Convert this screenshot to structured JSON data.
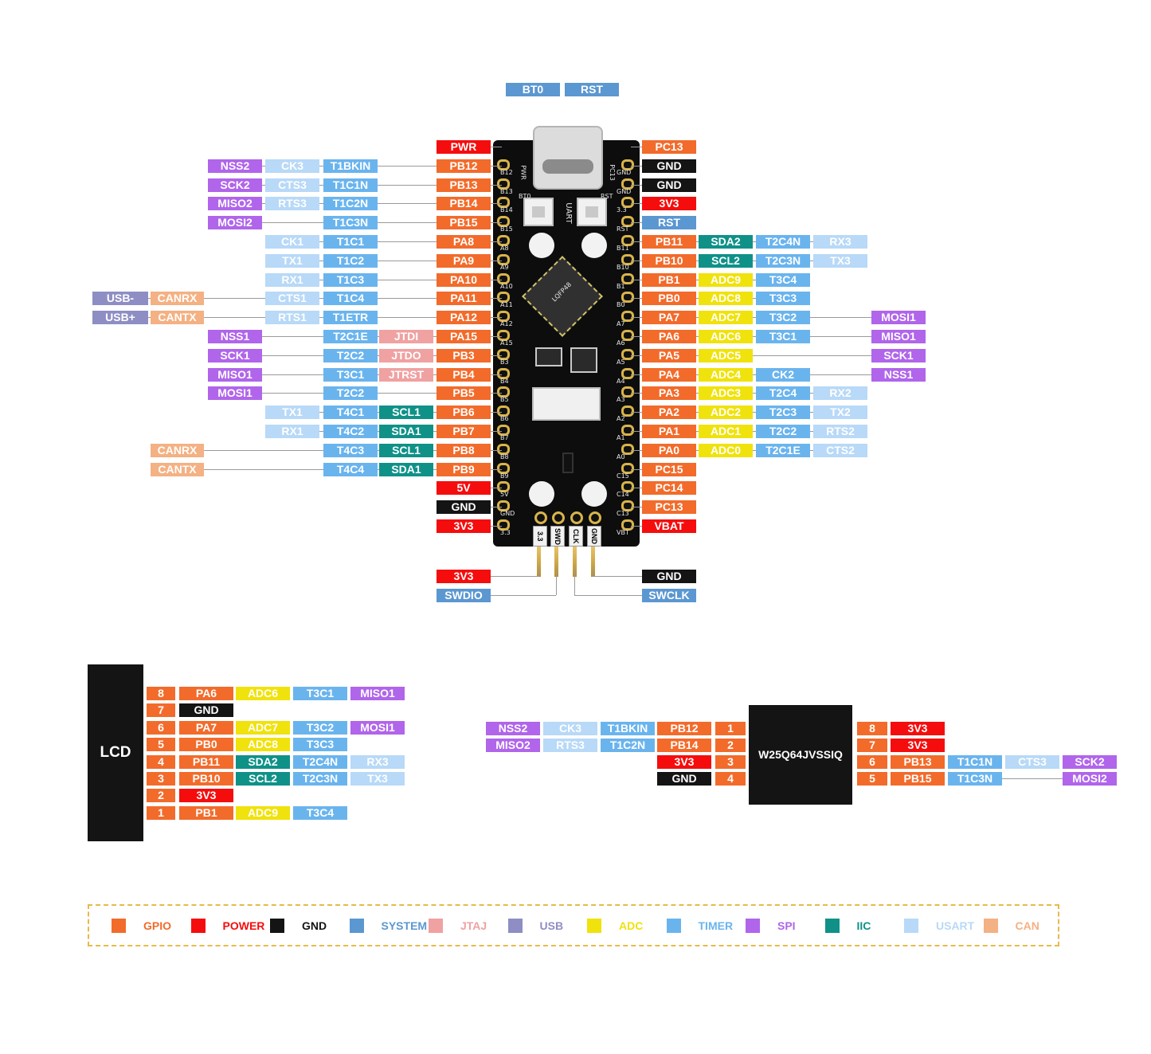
{
  "palette": {
    "gpio": "#f26b2b",
    "power": "#f50d0d",
    "gnd": "#141414",
    "system": "#5b97d1",
    "jtag": "#f0a1a1",
    "usb": "#8e8ec4",
    "adc": "#f0e20c",
    "timer": "#6ab4ee",
    "spi": "#b065ea",
    "iic": "#0f9188",
    "usart": "#b8d9f7",
    "can": "#f4b183"
  },
  "top_buttons": [
    "BT0",
    "RST"
  ],
  "board_silk": {
    "pwr": "PWR",
    "pc13": "PC13",
    "bt0": "BT0",
    "rst": "RST",
    "uart": "UART",
    "mcu_marking": "LQFP48",
    "left_pins": [
      "B12",
      "B13",
      "B14",
      "B15",
      "A8",
      "A9",
      "A10",
      "A11",
      "A12",
      "A15",
      "B3",
      "B4",
      "B5",
      "B6",
      "B7",
      "B8",
      "B9",
      "5V",
      "GND",
      "3.3"
    ],
    "right_pins": [
      "GND",
      "GND",
      "3.3",
      "RST",
      "B11",
      "B10",
      "B1",
      "B0",
      "A7",
      "A6",
      "A5",
      "A4",
      "A3",
      "A2",
      "A1",
      "A0",
      "C15",
      "C14",
      "C13",
      "VBT"
    ],
    "bottom_header": [
      "3.3",
      "SWD",
      "CLK",
      "GND"
    ]
  },
  "left_rows": [
    {
      "pin": "PWR",
      "pin_type": "power",
      "extra": []
    },
    {
      "pin": "PB12",
      "pin_type": "gpio",
      "extra": [
        [
          "NSS2",
          "spi"
        ],
        [
          "CK3",
          "usart"
        ],
        [
          "T1BKIN",
          "timer"
        ]
      ]
    },
    {
      "pin": "PB13",
      "pin_type": "gpio",
      "extra": [
        [
          "SCK2",
          "spi"
        ],
        [
          "CTS3",
          "usart"
        ],
        [
          "T1C1N",
          "timer"
        ]
      ]
    },
    {
      "pin": "PB14",
      "pin_type": "gpio",
      "extra": [
        [
          "MISO2",
          "spi"
        ],
        [
          "RTS3",
          "usart"
        ],
        [
          "T1C2N",
          "timer"
        ]
      ]
    },
    {
      "pin": "PB15",
      "pin_type": "gpio",
      "extra": [
        [
          "MOSI2",
          "spi"
        ],
        [
          "T1C3N",
          "timer"
        ]
      ]
    },
    {
      "pin": "PA8",
      "pin_type": "gpio",
      "extra": [
        [
          "CK1",
          "usart"
        ],
        [
          "T1C1",
          "timer"
        ]
      ]
    },
    {
      "pin": "PA9",
      "pin_type": "gpio",
      "extra": [
        [
          "TX1",
          "usart"
        ],
        [
          "T1C2",
          "timer"
        ]
      ]
    },
    {
      "pin": "PA10",
      "pin_type": "gpio",
      "extra": [
        [
          "RX1",
          "usart"
        ],
        [
          "T1C3",
          "timer"
        ]
      ]
    },
    {
      "pin": "PA11",
      "pin_type": "gpio",
      "extra": [
        [
          "USB-",
          "usb"
        ],
        [
          "CANRX",
          "can"
        ],
        [
          "CTS1",
          "usart"
        ],
        [
          "T1C4",
          "timer"
        ]
      ]
    },
    {
      "pin": "PA12",
      "pin_type": "gpio",
      "extra": [
        [
          "USB+",
          "usb"
        ],
        [
          "CANTX",
          "can"
        ],
        [
          "RTS1",
          "usart"
        ],
        [
          "T1ETR",
          "timer"
        ]
      ]
    },
    {
      "pin": "PA15",
      "pin_type": "gpio",
      "extra": [
        [
          "NSS1",
          "spi"
        ],
        [
          "T2C1E",
          "timer"
        ],
        [
          "JTDI",
          "jtag"
        ]
      ]
    },
    {
      "pin": "PB3",
      "pin_type": "gpio",
      "extra": [
        [
          "SCK1",
          "spi"
        ],
        [
          "T2C2",
          "timer"
        ],
        [
          "JTDO",
          "jtag"
        ]
      ]
    },
    {
      "pin": "PB4",
      "pin_type": "gpio",
      "extra": [
        [
          "MISO1",
          "spi"
        ],
        [
          "T3C1",
          "timer"
        ],
        [
          "JTRST",
          "jtag"
        ]
      ]
    },
    {
      "pin": "PB5",
      "pin_type": "gpio",
      "extra": [
        [
          "MOSI1",
          "spi"
        ],
        [
          "T2C2",
          "timer"
        ]
      ]
    },
    {
      "pin": "PB6",
      "pin_type": "gpio",
      "extra": [
        [
          "TX1",
          "usart"
        ],
        [
          "T4C1",
          "timer"
        ],
        [
          "SCL1",
          "iic"
        ]
      ]
    },
    {
      "pin": "PB7",
      "pin_type": "gpio",
      "extra": [
        [
          "RX1",
          "usart"
        ],
        [
          "T4C2",
          "timer"
        ],
        [
          "SDA1",
          "iic"
        ]
      ]
    },
    {
      "pin": "PB8",
      "pin_type": "gpio",
      "extra": [
        [
          "CANRX",
          "can"
        ],
        [
          "T4C3",
          "timer"
        ],
        [
          "SCL1",
          "iic"
        ]
      ]
    },
    {
      "pin": "PB9",
      "pin_type": "gpio",
      "extra": [
        [
          "CANTX",
          "can"
        ],
        [
          "T4C4",
          "timer"
        ],
        [
          "SDA1",
          "iic"
        ]
      ]
    },
    {
      "pin": "5V",
      "pin_type": "power",
      "extra": []
    },
    {
      "pin": "GND",
      "pin_type": "gnd",
      "extra": []
    },
    {
      "pin": "3V3",
      "pin_type": "power",
      "extra": []
    }
  ],
  "right_rows": [
    {
      "pin": "PC13",
      "pin_type": "gpio",
      "extra": []
    },
    {
      "pin": "GND",
      "pin_type": "gnd",
      "extra": []
    },
    {
      "pin": "GND",
      "pin_type": "gnd",
      "extra": []
    },
    {
      "pin": "3V3",
      "pin_type": "power",
      "extra": []
    },
    {
      "pin": "RST",
      "pin_type": "system",
      "extra": []
    },
    {
      "pin": "PB11",
      "pin_type": "gpio",
      "extra": [
        [
          "SDA2",
          "iic"
        ],
        [
          "T2C4N",
          "timer"
        ],
        [
          "RX3",
          "usart"
        ]
      ]
    },
    {
      "pin": "PB10",
      "pin_type": "gpio",
      "extra": [
        [
          "SCL2",
          "iic"
        ],
        [
          "T2C3N",
          "timer"
        ],
        [
          "TX3",
          "usart"
        ]
      ]
    },
    {
      "pin": "PB1",
      "pin_type": "gpio",
      "extra": [
        [
          "ADC9",
          "adc"
        ],
        [
          "T3C4",
          "timer"
        ]
      ]
    },
    {
      "pin": "PB0",
      "pin_type": "gpio",
      "extra": [
        [
          "ADC8",
          "adc"
        ],
        [
          "T3C3",
          "timer"
        ]
      ]
    },
    {
      "pin": "PA7",
      "pin_type": "gpio",
      "extra": [
        [
          "ADC7",
          "adc"
        ],
        [
          "T3C2",
          "timer"
        ],
        [
          "MOSI1",
          "spi"
        ]
      ]
    },
    {
      "pin": "PA6",
      "pin_type": "gpio",
      "extra": [
        [
          "ADC6",
          "adc"
        ],
        [
          "T3C1",
          "timer"
        ],
        [
          "MISO1",
          "spi"
        ]
      ]
    },
    {
      "pin": "PA5",
      "pin_type": "gpio",
      "extra": [
        [
          "ADC5",
          "adc"
        ],
        [
          "SCK1",
          "spi"
        ]
      ]
    },
    {
      "pin": "PA4",
      "pin_type": "gpio",
      "extra": [
        [
          "ADC4",
          "adc"
        ],
        [
          "CK2",
          "timer"
        ],
        [
          "NSS1",
          "spi"
        ]
      ]
    },
    {
      "pin": "PA3",
      "pin_type": "gpio",
      "extra": [
        [
          "ADC3",
          "adc"
        ],
        [
          "T2C4",
          "timer"
        ],
        [
          "RX2",
          "usart"
        ]
      ]
    },
    {
      "pin": "PA2",
      "pin_type": "gpio",
      "extra": [
        [
          "ADC2",
          "adc"
        ],
        [
          "T2C3",
          "timer"
        ],
        [
          "TX2",
          "usart"
        ]
      ]
    },
    {
      "pin": "PA1",
      "pin_type": "gpio",
      "extra": [
        [
          "ADC1",
          "adc"
        ],
        [
          "T2C2",
          "timer"
        ],
        [
          "RTS2",
          "usart"
        ]
      ]
    },
    {
      "pin": "PA0",
      "pin_type": "gpio",
      "extra": [
        [
          "ADC0",
          "adc"
        ],
        [
          "T2C1E",
          "timer"
        ],
        [
          "CTS2",
          "usart"
        ]
      ]
    },
    {
      "pin": "PC15",
      "pin_type": "gpio",
      "extra": []
    },
    {
      "pin": "PC14",
      "pin_type": "gpio",
      "extra": []
    },
    {
      "pin": "PC13",
      "pin_type": "gpio",
      "extra": []
    },
    {
      "pin": "VBAT",
      "pin_type": "power",
      "extra": []
    }
  ],
  "swd_labels": [
    [
      "3V3",
      "power"
    ],
    [
      "SWDIO",
      "system"
    ],
    [
      "GND",
      "gnd"
    ],
    [
      "SWCLK",
      "system"
    ]
  ],
  "lcd": {
    "title": "LCD",
    "rows": [
      {
        "num": "8",
        "tags": [
          [
            "PA6",
            "gpio"
          ],
          [
            "ADC6",
            "adc"
          ],
          [
            "T3C1",
            "timer"
          ],
          [
            "MISO1",
            "spi"
          ]
        ]
      },
      {
        "num": "7",
        "tags": [
          [
            "GND",
            "gnd"
          ]
        ]
      },
      {
        "num": "6",
        "tags": [
          [
            "PA7",
            "gpio"
          ],
          [
            "ADC7",
            "adc"
          ],
          [
            "T3C2",
            "timer"
          ],
          [
            "MOSI1",
            "spi"
          ]
        ]
      },
      {
        "num": "5",
        "tags": [
          [
            "PB0",
            "gpio"
          ],
          [
            "ADC8",
            "adc"
          ],
          [
            "T3C3",
            "timer"
          ]
        ]
      },
      {
        "num": "4",
        "tags": [
          [
            "PB11",
            "gpio"
          ],
          [
            "SDA2",
            "iic"
          ],
          [
            "T2C4N",
            "timer"
          ],
          [
            "RX3",
            "usart"
          ]
        ]
      },
      {
        "num": "3",
        "tags": [
          [
            "PB10",
            "gpio"
          ],
          [
            "SCL2",
            "iic"
          ],
          [
            "T2C3N",
            "timer"
          ],
          [
            "TX3",
            "usart"
          ]
        ]
      },
      {
        "num": "2",
        "tags": [
          [
            "3V3",
            "power"
          ]
        ]
      },
      {
        "num": "1",
        "tags": [
          [
            "PB1",
            "gpio"
          ],
          [
            "ADC9",
            "adc"
          ],
          [
            "T3C4",
            "timer"
          ]
        ]
      }
    ]
  },
  "flash": {
    "title": "W25Q64JVSSIQ",
    "left": [
      {
        "num": "1",
        "tags": [
          [
            "NSS2",
            "spi"
          ],
          [
            "CK3",
            "usart"
          ],
          [
            "T1BKIN",
            "timer"
          ],
          [
            "PB12",
            "gpio"
          ]
        ]
      },
      {
        "num": "2",
        "tags": [
          [
            "MISO2",
            "spi"
          ],
          [
            "RTS3",
            "usart"
          ],
          [
            "T1C2N",
            "timer"
          ],
          [
            "PB14",
            "gpio"
          ]
        ]
      },
      {
        "num": "3",
        "tags": [
          [
            "3V3",
            "power"
          ]
        ]
      },
      {
        "num": "4",
        "tags": [
          [
            "GND",
            "gnd"
          ]
        ]
      }
    ],
    "right": [
      {
        "num": "8",
        "tags": [
          [
            "3V3",
            "power"
          ]
        ]
      },
      {
        "num": "7",
        "tags": [
          [
            "3V3",
            "power"
          ]
        ]
      },
      {
        "num": "6",
        "tags": [
          [
            "PB13",
            "gpio"
          ],
          [
            "T1C1N",
            "timer"
          ],
          [
            "CTS3",
            "usart"
          ],
          [
            "SCK2",
            "spi"
          ]
        ]
      },
      {
        "num": "5",
        "tags": [
          [
            "PB15",
            "gpio"
          ],
          [
            "T1C3N",
            "timer"
          ],
          [
            "MOSI2",
            "spi"
          ]
        ]
      }
    ]
  },
  "legend": [
    {
      "label": "GPIO",
      "type": "gpio",
      "text_color": "#f26b2b"
    },
    {
      "label": "POWER",
      "type": "power",
      "text_color": "#f50d0d"
    },
    {
      "label": "GND",
      "type": "gnd",
      "text_color": "#141414"
    },
    {
      "label": "SYSTEM",
      "type": "system",
      "text_color": "#5b97d1"
    },
    {
      "label": "JTAJ",
      "type": "jtag",
      "text_color": "#f0a1a1"
    },
    {
      "label": "USB",
      "type": "usb",
      "text_color": "#8e8ec4"
    },
    {
      "label": "ADC",
      "type": "adc",
      "text_color": "#f0e20c"
    },
    {
      "label": "TIMER",
      "type": "timer",
      "text_color": "#6ab4ee"
    },
    {
      "label": "SPI",
      "type": "spi",
      "text_color": "#b065ea"
    },
    {
      "label": "IIC",
      "type": "iic",
      "text_color": "#0f9188"
    },
    {
      "label": "USART",
      "type": "usart",
      "text_color": "#b8d9f7"
    },
    {
      "label": "CAN",
      "type": "can",
      "text_color": "#f4b183"
    }
  ]
}
